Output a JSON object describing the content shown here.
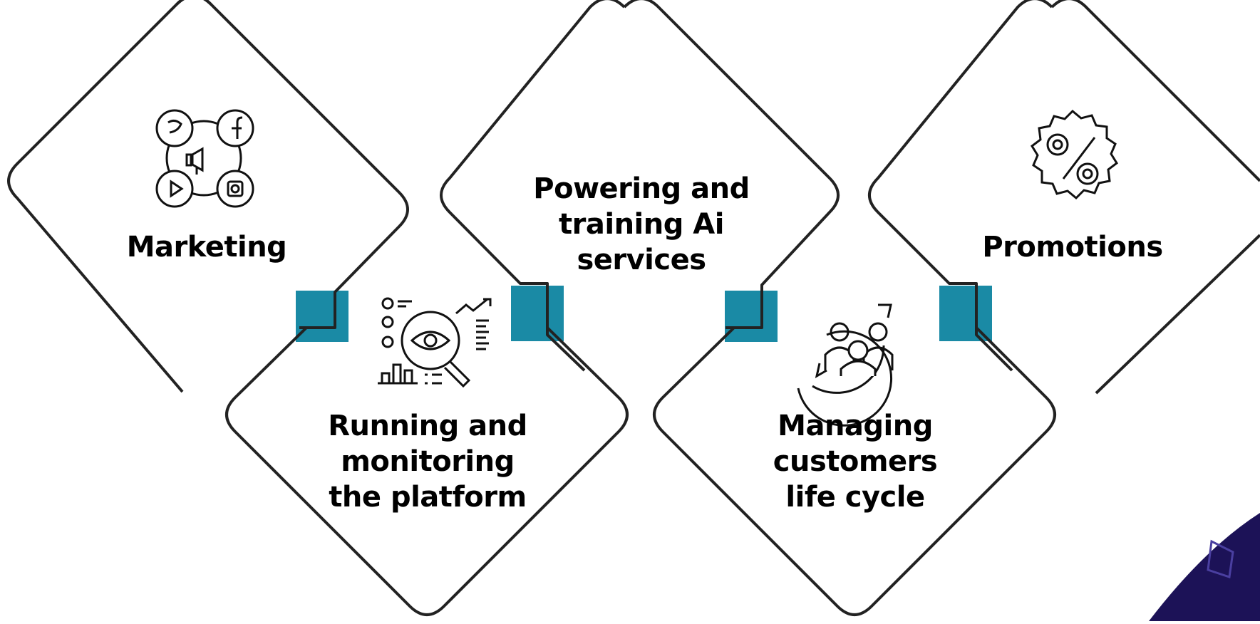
{
  "colors": {
    "accent": "#1a8aa5",
    "stroke": "#222222",
    "dark_bg": "#1c1257"
  },
  "cards": [
    {
      "id": "marketing",
      "label": "Marketing",
      "icon": "social-media-megaphone-icon"
    },
    {
      "id": "running",
      "label_lines": [
        "Running and",
        "monitoring",
        "the platform"
      ],
      "icon": "monitoring-eye-magnifier-icon"
    },
    {
      "id": "powering",
      "label_lines": [
        "Powering and",
        "training Ai",
        "services"
      ],
      "icon": ""
    },
    {
      "id": "managing",
      "label_lines": [
        "Managing",
        "customers",
        "life cycle"
      ],
      "icon": "customer-cycle-icon"
    },
    {
      "id": "promotions",
      "label": "Promotions",
      "icon": "discount-badge-icon"
    }
  ]
}
